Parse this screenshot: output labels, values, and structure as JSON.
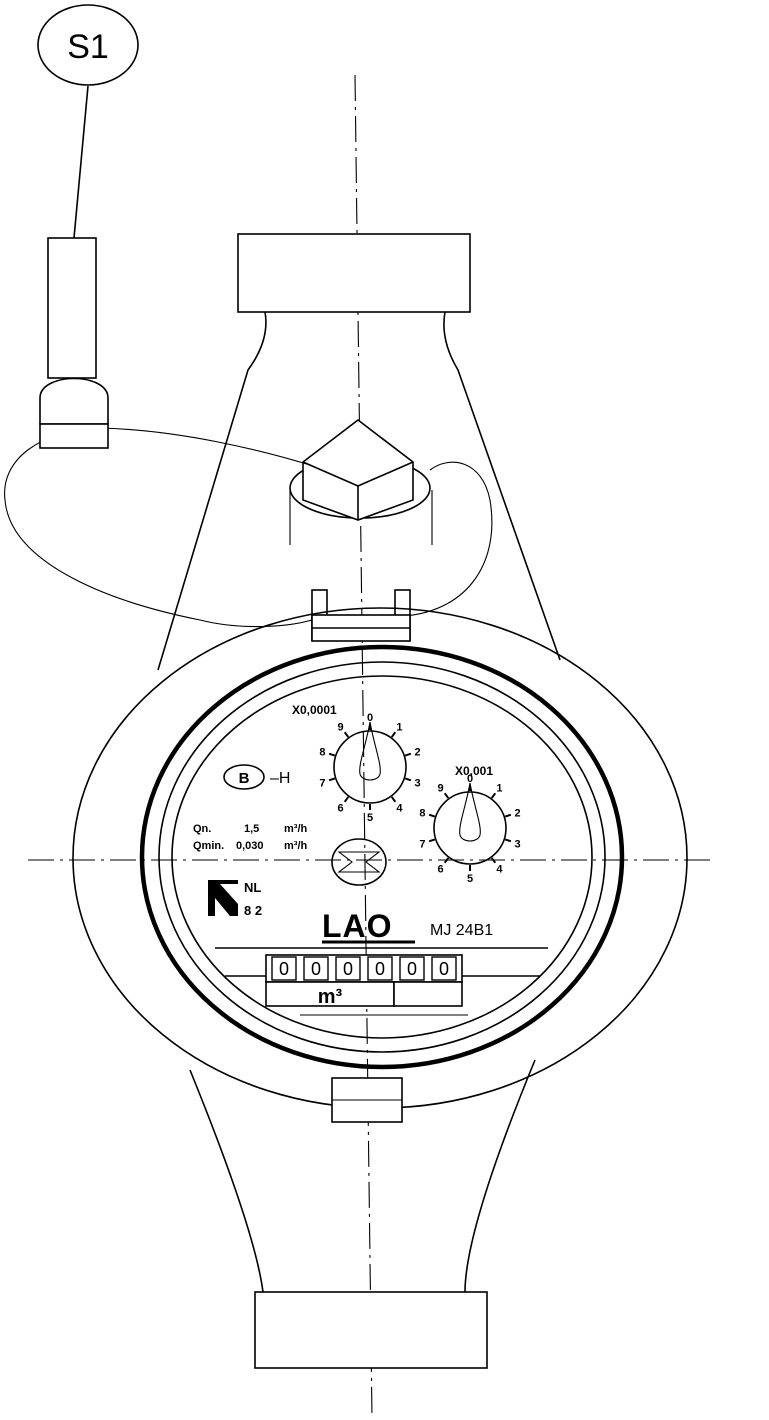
{
  "callout": {
    "label": "S1"
  },
  "dial_1": {
    "factor": "X0,0001",
    "numbers": [
      "0",
      "1",
      "2",
      "3",
      "4",
      "5",
      "6",
      "7",
      "8",
      "9"
    ]
  },
  "dial_2": {
    "factor": "X0,001",
    "numbers": [
      "0",
      "1",
      "2",
      "3",
      "4",
      "5",
      "6",
      "7",
      "8",
      "9"
    ]
  },
  "class_mark": {
    "badge": "B",
    "suffix": "–H"
  },
  "flow_spec": {
    "qn_label": "Qn.",
    "qn_value": "1,5",
    "qn_unit": "m³/h",
    "qmin_label": "Qmin.",
    "qmin_value": "0,030",
    "qmin_unit": "m³/h"
  },
  "approval": {
    "country": "NL",
    "number": "8 2"
  },
  "brand": {
    "name": "LAO",
    "model": "MJ 24B1"
  },
  "counter": {
    "digits": [
      "0",
      "0",
      "0",
      "0",
      "0",
      "0"
    ],
    "unit": "m³"
  }
}
